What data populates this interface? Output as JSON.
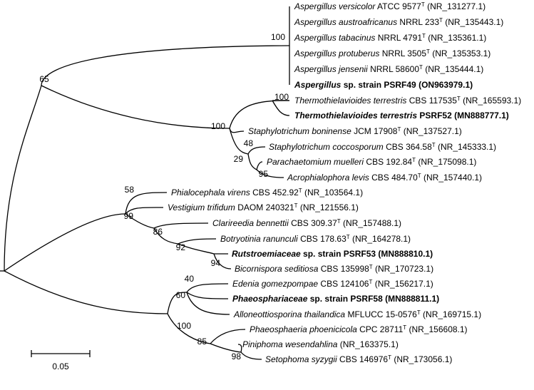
{
  "tree": {
    "title": "",
    "taxa": [
      {
        "italic": "Aspergillus versicolor",
        "rest": " ATCC 9577",
        "sup": "T",
        "acc": " (NR_131277.1)",
        "bold": false
      },
      {
        "italic": "Aspergillus austroafricanus",
        "rest": " NRRL 233",
        "sup": "T",
        "acc": " (NR_135443.1)",
        "bold": false
      },
      {
        "italic": "Aspergillus tabacinus",
        "rest": " NRRL 4791",
        "sup": "T",
        "acc": " (NR_135361.1)",
        "bold": false
      },
      {
        "italic": "Aspergillus protuberus",
        "rest": " NRRL 3505",
        "sup": "T",
        "acc": " (NR_135353.1)",
        "bold": false
      },
      {
        "italic": "Aspergillus jensenii",
        "rest": " NRRL 58600",
        "sup": "T",
        "acc": " (NR_135444.1)",
        "bold": false
      },
      {
        "italic": "Aspergillus",
        "rest": " sp. strain PSRF49",
        "sup": "",
        "acc": " (ON963979.1)",
        "bold": true
      },
      {
        "italic": "Thermothielavioides terrestris",
        "rest": " CBS 117535",
        "sup": "T",
        "acc": " (NR_165593.1)",
        "bold": false
      },
      {
        "italic": "Thermothielavioides terrestris",
        "rest": " PSRF52",
        "sup": "",
        "acc": " (MN888777.1)",
        "bold": true
      },
      {
        "italic": "Staphylotrichum boninense",
        "rest": " JCM 17908",
        "sup": "T",
        "acc": " (NR_137527.1)",
        "bold": false
      },
      {
        "italic": "Staphylotrichum coccosporum",
        "rest": " CBS 364.58",
        "sup": "T",
        "acc": " (NR_145333.1)",
        "bold": false
      },
      {
        "italic": "Parachaetomium muelleri",
        "rest": " CBS 192.84",
        "sup": "T",
        "acc": " (NR_175098.1)",
        "bold": false
      },
      {
        "italic": "Acrophialophora levis",
        "rest": " CBS 484.70",
        "sup": "T",
        "acc": " (NR_157440.1)",
        "bold": false
      },
      {
        "italic": "Phialocephala virens",
        "rest": " CBS 452.92",
        "sup": "T",
        "acc": " (NR_103564.1)",
        "bold": false
      },
      {
        "italic": "Vestigium trifidum",
        "rest": " DAOM 240321",
        "sup": "T",
        "acc": " (NR_121556.1)",
        "bold": false
      },
      {
        "italic": "Clarireedia bennettii",
        "rest": " CBS 309.37",
        "sup": "T",
        "acc": " (NR_157488.1)",
        "bold": false
      },
      {
        "italic": "Botryotinia ranunculi",
        "rest": " CBS 178.63",
        "sup": "T",
        "acc": " (NR_164278.1)",
        "bold": false
      },
      {
        "italic": "Rutstroemiaceae",
        "rest": " sp. strain PSRF53",
        "sup": "",
        "acc": " (MN888810.1)",
        "bold": true
      },
      {
        "italic": "Bicornispora seditiosa",
        "rest": " CBS 135998",
        "sup": "T",
        "acc": " (NR_170723.1)",
        "bold": false
      },
      {
        "italic": "Edenia gomezpompae",
        "rest": " CBS 124106",
        "sup": "T",
        "acc": " (NR_156217.1)",
        "bold": false
      },
      {
        "italic": "Phaeosphariaceae",
        "rest": " sp. strain PSRF58",
        "sup": "",
        "acc": " (MN888811.1)",
        "bold": true
      },
      {
        "italic": "Alloneottiosporina thailandica",
        "rest": " MFLUCC 15-0576",
        "sup": "T",
        "acc": " (NR_169715.1)",
        "bold": false
      },
      {
        "italic": "Phaeosphaeria phoenicicola",
        "rest": " CPC 28711",
        "sup": "T",
        "acc": " (NR_156608.1)",
        "bold": false
      },
      {
        "italic": "Piniphoma wesendahlina",
        "rest": "",
        "sup": "",
        "acc": " (NR_163375.1)",
        "bold": false
      },
      {
        "italic": "Setophoma syzygii",
        "rest": " CBS 146976",
        "sup": "T",
        "acc": " (NR_173056.1)",
        "bold": false
      }
    ],
    "bootstrap": [
      "65",
      "100",
      "100",
      "100",
      "48",
      "29",
      "95",
      "58",
      "99",
      "86",
      "92",
      "94",
      "40",
      "60",
      "100",
      "85",
      "98"
    ],
    "scale_bar": {
      "label": "0.05",
      "value": 0.05
    }
  }
}
